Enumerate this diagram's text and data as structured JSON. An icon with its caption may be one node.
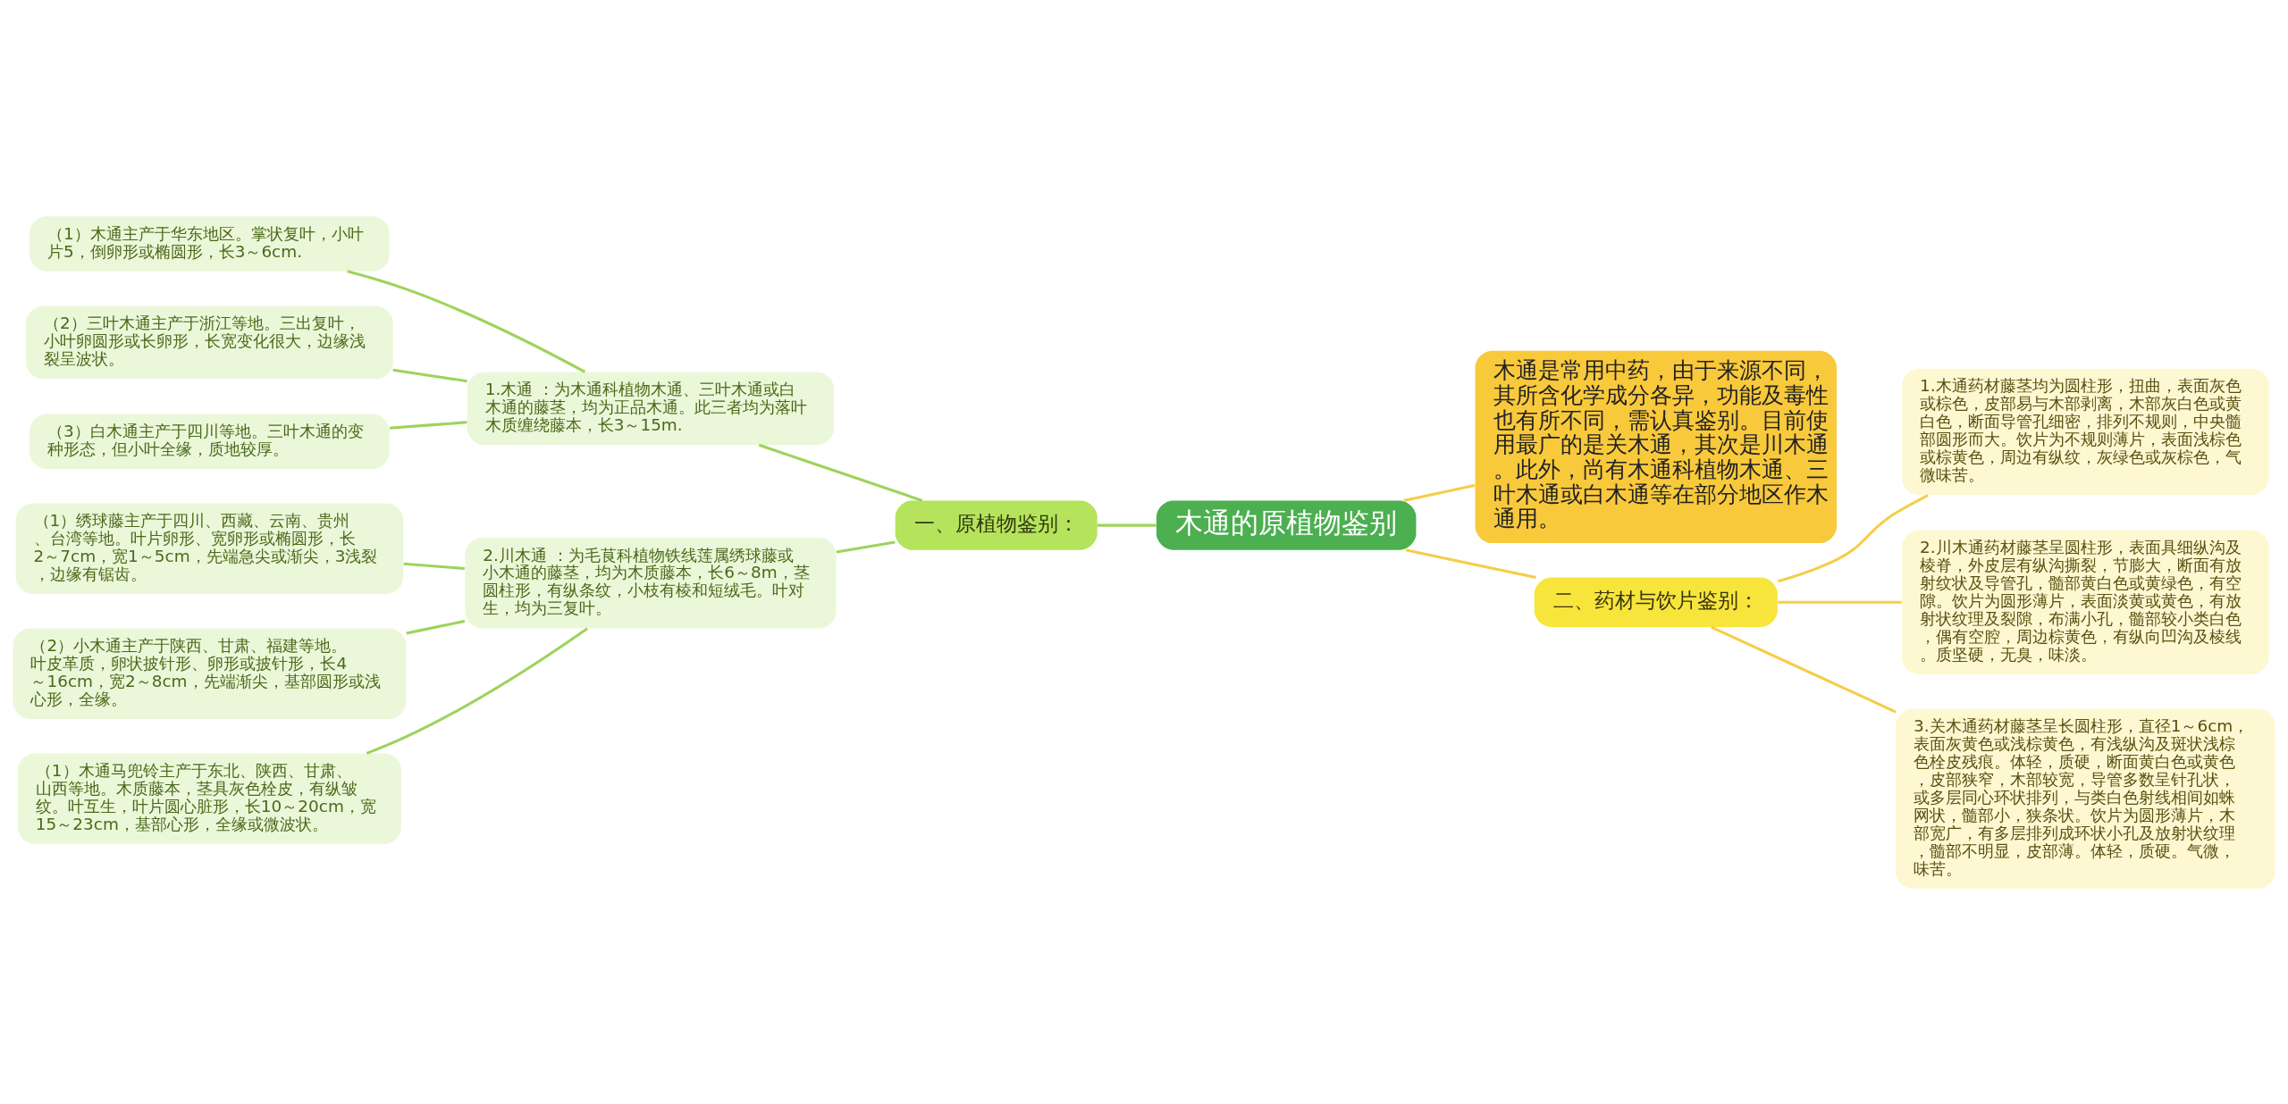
{
  "diagram": {
    "nodes": [
      {
        "text": [
          "木通的原植物鉴别"
        ]
      },
      {
        "text": [
          "木通是常用中药，由于来源不同，其所含化学成分各异，功能及毒性也有所不同，需认真鉴别。目前使用最广的是关木通，其次是川木通。此外，尚有木通科植物木通、三叶木通或白木通等在部分地区作木通用。"
        ]
      },
      {
        "text": [
          "一、原植物鉴别："
        ]
      },
      {
        "text": [
          "1.木通 ：为木通科植物木通、三叶木通或白木通的藤茎，均为正品木通。此三者均为落叶木质缠绕藤本，长3～15m."
        ]
      },
      {
        "text": [
          "（1）木通主产于华东地区。掌状复叶，小叶片5，倒卵形或椭圆形，长3～6cm."
        ]
      },
      {
        "text": [
          "（2）三叶木通主产于浙江等地。三出复叶，小叶卵圆形或长卵形，长宽变化很大，边缘浅裂呈波状。"
        ]
      },
      {
        "text": [
          "（3）白木通主产于四川等地。三叶木通的变种形态，但小叶全缘，质地较厚。"
        ]
      },
      {
        "text": [
          "2.川木通 ：为毛茛科植物铁线莲属绣球藤或小木通的藤茎，均为木质藤本，长6～8m，茎圆柱形，有纵条纹，小枝有棱和短绒毛。叶对生，均为三复叶。"
        ]
      },
      {
        "text": [
          "（1）绣球藤主产于四川、西藏、云南、贵州、台湾等地。叶片卵形、宽卵形或椭圆形，长2～7cm，宽1～5cm，先端急尖或渐尖，3浅裂，边缘有锯齿。"
        ]
      },
      {
        "text": [
          "（2）小木通主产于陕西、甘肃、福建等地。叶皮革质，卵状披针形、卵形或披针形，长4～16cm，宽2～8cm，先端渐尖，基部圆形或浅心形，全缘。"
        ]
      },
      {
        "text": [
          "（1）木通马兜铃主产于东北、陕西、甘肃、山西等地。木质藤本，茎具灰色栓皮，有纵皱纹。叶互生，叶片圆心脏形，长10～20cm，宽15～23cm，基部心形，全缘或微波状。"
        ]
      },
      {
        "text": [
          "二、药材与饮片鉴别："
        ]
      },
      {
        "text": [
          "1.木通药材藤茎均为圆柱形，扭曲，表面灰色或棕色，皮部易与木部剥离，木部灰白色或黄白色，断面导管孔细密，排列不规则，中央髓部圆形而大。饮片为不规则薄片，表面浅棕色或棕黄色，周边有纵纹，灰绿色或灰棕色，气微味苦。"
        ]
      },
      {
        "text": [
          "2.川木通药材藤茎呈圆柱形，表面具细纵沟及棱脊，外皮层有纵沟撕裂，节膨大，断面有放射纹状及导管孔，髓部黄白色或黄绿色，有空隙。饮片为圆形薄片，表面淡黄或黄色，有放射状纹理及裂隙，布满小孔，髓部较小类白色，偶有空腔，周边棕黄色，有纵向凹沟及棱线。质坚硬，无臭，味淡。"
        ]
      },
      {
        "text": [
          "3.关木通药材藤茎呈长圆柱形，直径1～6cm，表面灰黄色或浅棕黄色，有浅纵沟及斑状浅棕色栓皮残痕。体轻，质硬，断面黄白色或黄色，皮部狭窄，木部较宽，导管多数呈针孔状，或多层同心环状排列，与类白色射线相间如蛛网状，髓部小，狭条状。饮片为圆形薄片，木部宽广，有多层排列成环状小孔及放射状纹理，髓部不明显，皮部薄。体轻，质硬。气微，味苦。"
        ]
      }
    ],
    "edges": [
      {
        "from": 0,
        "to": 1,
        "arrow": "none",
        "color": "#f5cd47"
      },
      {
        "from": 0,
        "to": 2,
        "arrow": "none"
      },
      {
        "from": 2,
        "to": 3,
        "arrow": "none"
      },
      {
        "from": 3,
        "to": 4,
        "arrow": "none"
      },
      {
        "from": 3,
        "to": 5,
        "arrow": "none"
      },
      {
        "from": 3,
        "to": 6,
        "arrow": "none"
      },
      {
        "from": 2,
        "to": 7,
        "arrow": "none"
      },
      {
        "from": 7,
        "to": 8,
        "arrow": "none"
      },
      {
        "from": 7,
        "to": 9,
        "arrow": "none"
      },
      {
        "from": 7,
        "to": 10,
        "arrow": "none"
      },
      {
        "from": 0,
        "to": 11,
        "arrow": "none",
        "color": "#f5cd47"
      },
      {
        "from": 11,
        "to": 12,
        "arrow": "none",
        "color": "#f5cd47"
      },
      {
        "from": 11,
        "to": 13,
        "arrow": "none",
        "color": "#f5cd47"
      },
      {
        "from": 11,
        "to": 14,
        "arrow": "none",
        "color": "#f5cd47"
      }
    ]
  }
}
